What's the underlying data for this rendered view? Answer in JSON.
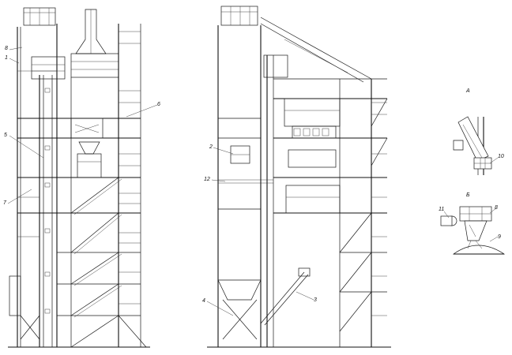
{
  "callouts": {
    "left": [
      "8",
      "1",
      "6",
      "5",
      "7"
    ],
    "middle": [
      "2",
      "12",
      "4",
      "3"
    ],
    "detail": [
      "10",
      "11",
      "8",
      "9"
    ]
  },
  "view_labels": {
    "a": "А",
    "b": "Б"
  }
}
